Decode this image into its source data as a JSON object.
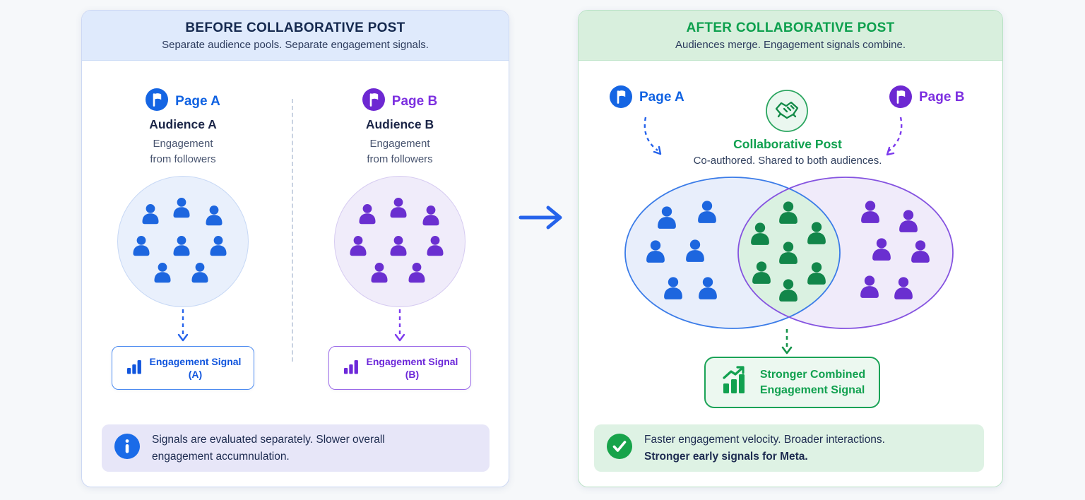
{
  "colors": {
    "blue": "#1565e3",
    "purple": "#6d28d2",
    "green": "#12a150",
    "person_blue": "#1d66df",
    "person_purple": "#6a2fd0",
    "person_green": "#12864a"
  },
  "before": {
    "title": "BEFORE COLLABORATIVE POST",
    "subtitle": "Separate audience pools. Separate engagement signals.",
    "columns": [
      {
        "page_label": "Page A",
        "audience_label": "Audience A",
        "desc_line1": "Engagement",
        "desc_line2": "from followers",
        "signal_line1": "Engagement Signal",
        "signal_line2": "(A)",
        "people_count": 8
      },
      {
        "page_label": "Page B",
        "audience_label": "Audience B",
        "desc_line1": "Engagement",
        "desc_line2": "from followers",
        "signal_line1": "Engagement Signal",
        "signal_line2": "(B)",
        "people_count": 8
      }
    ],
    "note_line1": "Signals are evaluated separately. Slower overall",
    "note_line2": "engagement accumnulation."
  },
  "after": {
    "title": "AFTER COLLABORATIVE POST",
    "subtitle": "Audiences merge. Engagement signals combine.",
    "page_a_label": "Page A",
    "page_b_label": "Page B",
    "collab_title": "Collaborative Post",
    "collab_desc": "Co-authored. Shared to both audiences.",
    "venn": {
      "left_count": 6,
      "overlap_count": 7,
      "right_count": 6
    },
    "signal_line1": "Stronger Combined",
    "signal_line2": "Engagement Signal",
    "note_line1": "Faster engagement velocity. Broader interactions.",
    "note_line2": "Stronger early signals for Meta."
  }
}
